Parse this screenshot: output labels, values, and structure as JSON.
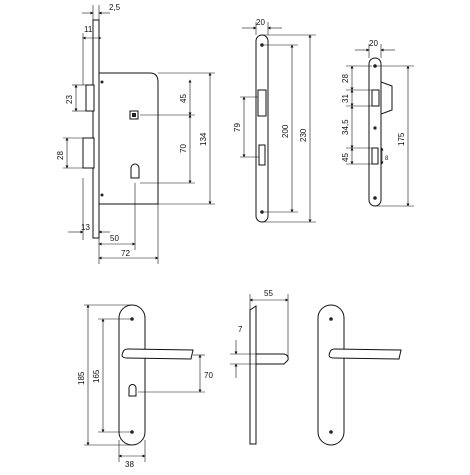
{
  "dims": {
    "lock_case": {
      "top_width": "2,5",
      "faceplate_width": "11",
      "upper_bolt": "23",
      "latch_height": "28",
      "follower_to_top": "45",
      "follower_to_keyhole": "70",
      "case_height": "134",
      "bottom_offset": "13",
      "backset": "50",
      "case_depth": "72"
    },
    "faceplate": {
      "width": "20",
      "latch_opening": "79",
      "hole_distance": "200",
      "total_length": "230"
    },
    "strike": {
      "width": "20",
      "top_to_latch": "28",
      "latch_opening": "31",
      "gap": "34,5",
      "bolt_opening": "45",
      "total_length": "175",
      "bolt_width": "8"
    },
    "handle_front": {
      "total_height": "185",
      "hole_distance": "165",
      "handle_to_keyhole": "70",
      "plate_width": "38"
    },
    "handle_side": {
      "projection": "55",
      "offset": "7"
    }
  }
}
